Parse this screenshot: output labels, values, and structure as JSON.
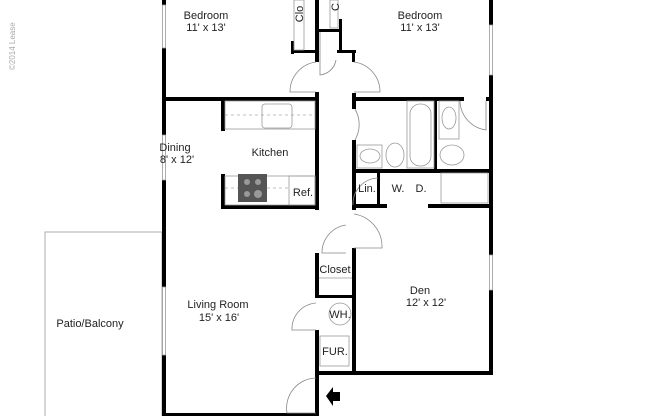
{
  "copyright": "©2014 Lease",
  "rooms": {
    "bedroom_left": {
      "name": "Bedroom",
      "size": "11' x 13'"
    },
    "bedroom_right": {
      "name": "Bedroom",
      "size": "11' x 13'"
    },
    "dining": {
      "name": "Dining",
      "size": "8' x 12'"
    },
    "kitchen": {
      "name": "Kitchen"
    },
    "living": {
      "name": "Living Room",
      "size": "15' x 16'"
    },
    "den": {
      "name": "Den",
      "size": "12' x 12'"
    },
    "patio": {
      "name": "Patio/Balcony"
    }
  },
  "fixtures": {
    "closet_left": "Clo",
    "closet_right": "C",
    "ref": "Ref.",
    "linen": "Lin.",
    "washer": "W.",
    "dryer": "D.",
    "closet": "Closet",
    "water_heater": "WH.",
    "furnace": "FUR."
  },
  "entry_icon": "entry-arrow-icon"
}
